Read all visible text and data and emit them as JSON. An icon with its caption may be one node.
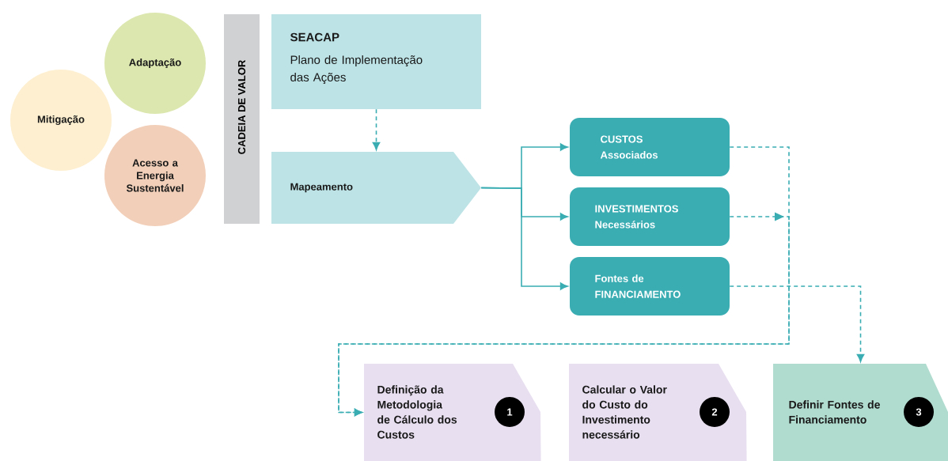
{
  "diagram": {
    "nodes": [
      {
        "text": [
          "Adaptação"
        ]
      },
      {
        "text": [
          "Mitigação"
        ]
      },
      {
        "text": [
          "Acesso a Energia Sustentável"
        ]
      },
      {
        "text": [
          "CADEIA DE VALOR"
        ]
      },
      {
        "text": [
          "SEACAP",
          "Plano de Implementação das Ações"
        ]
      },
      {
        "text": [
          "Mapeamento"
        ]
      },
      {
        "text": [
          "CUSTOS Associados"
        ]
      },
      {
        "text": [
          "INVESTIMENTOS Necessários"
        ]
      },
      {
        "text": [
          "Fontes de FINANCIAMENTO"
        ]
      },
      {
        "text": [
          "Definição da Metodologia de Cálculo dos Custos",
          "1"
        ]
      },
      {
        "text": [
          "Calcular o Valor do Custo do Investimento necessário",
          "2"
        ]
      },
      {
        "text": [
          "Definir Fontes de Financiamento",
          "3"
        ]
      }
    ],
    "edges": [
      {
        "from": 4,
        "to": 5,
        "arrow": "to",
        "style": "dashed"
      },
      {
        "from": 5,
        "to": 6,
        "arrow": "to"
      },
      {
        "from": 5,
        "to": 7,
        "arrow": "to"
      },
      {
        "from": 5,
        "to": 8,
        "arrow": "to"
      },
      {
        "from": 6,
        "to": 9,
        "arrow": "to",
        "style": "dashed"
      },
      {
        "from": 7,
        "to": 9,
        "arrow": "to",
        "style": "dashed"
      },
      {
        "from": 8,
        "to": 11,
        "arrow": "to",
        "style": "dashed"
      }
    ]
  }
}
